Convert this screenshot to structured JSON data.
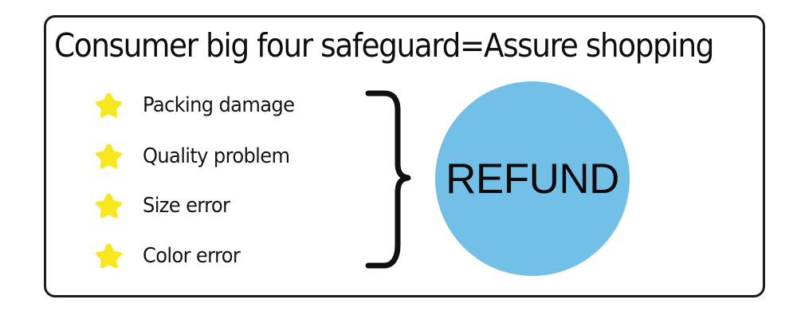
{
  "banner": {
    "headline": "Consumer big four safeguard=Assure shopping",
    "frame_border_color": "#1c1c1c",
    "background_color": "#ffffff"
  },
  "reasons": {
    "bullet_icon": "star-icon",
    "bullet_color": "#f8e71c",
    "items": [
      {
        "label": "Packing damage"
      },
      {
        "label": "Quality problem"
      },
      {
        "label": "Size error"
      },
      {
        "label": "Color error"
      }
    ]
  },
  "grouping": {
    "icon": "curly-brace-icon",
    "color": "#111111"
  },
  "outcome": {
    "label": "REFUND",
    "shape": "circle",
    "fill_color": "#72c0e8",
    "text_color": "#0a0a0a"
  }
}
